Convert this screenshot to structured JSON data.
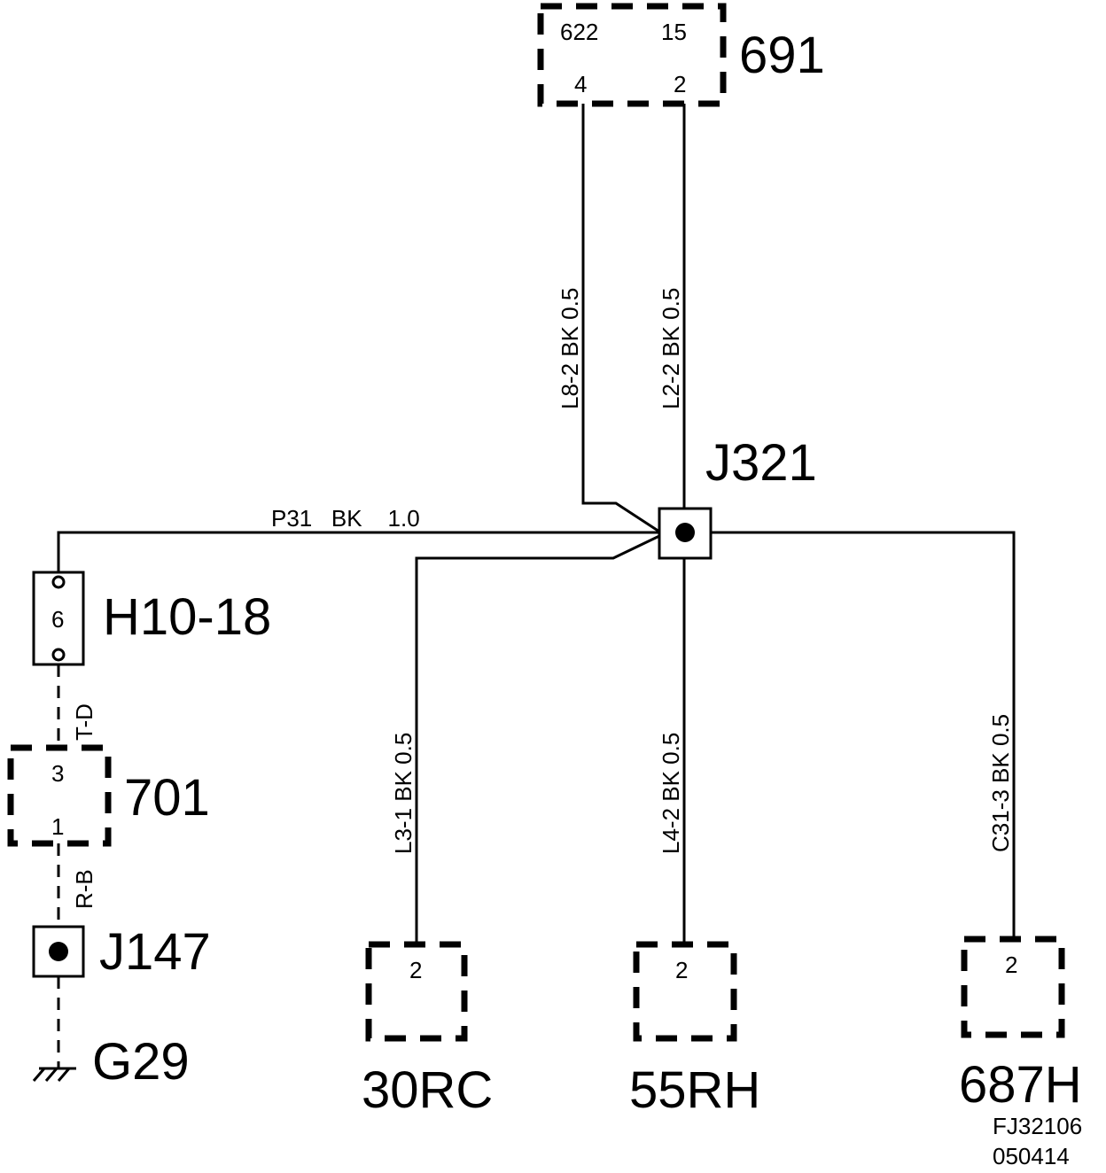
{
  "connectors": {
    "c691": {
      "id": "691",
      "pins": {
        "tl": "622",
        "tr": "15",
        "bl": "4",
        "br": "2"
      }
    },
    "c701": {
      "id": "701",
      "pins": {
        "top": "3",
        "bottom": "1"
      }
    },
    "c30rc": {
      "id": "30RC",
      "pin": "2"
    },
    "c55rh": {
      "id": "55RH",
      "pin": "2"
    },
    "c687h": {
      "id": "687H",
      "pin": "2"
    },
    "h10": {
      "id": "H10-18",
      "pin": "6"
    }
  },
  "junctions": {
    "j321": "J321",
    "j147": "J147"
  },
  "ground": {
    "id": "G29"
  },
  "wires": {
    "l8_2": "L8-2   BK  0.5",
    "l2_2": "L2-2   BK  0.5",
    "p31": "P31   BK    1.0",
    "l3_1": "L3-1  BK  0.5",
    "l4_2": "L4-2  BK  0.5",
    "c31_3": "C31-3  BK   0.5",
    "td": "T-D",
    "rb": "R-B"
  },
  "footer": {
    "code": "FJ32106",
    "date": "050414"
  }
}
